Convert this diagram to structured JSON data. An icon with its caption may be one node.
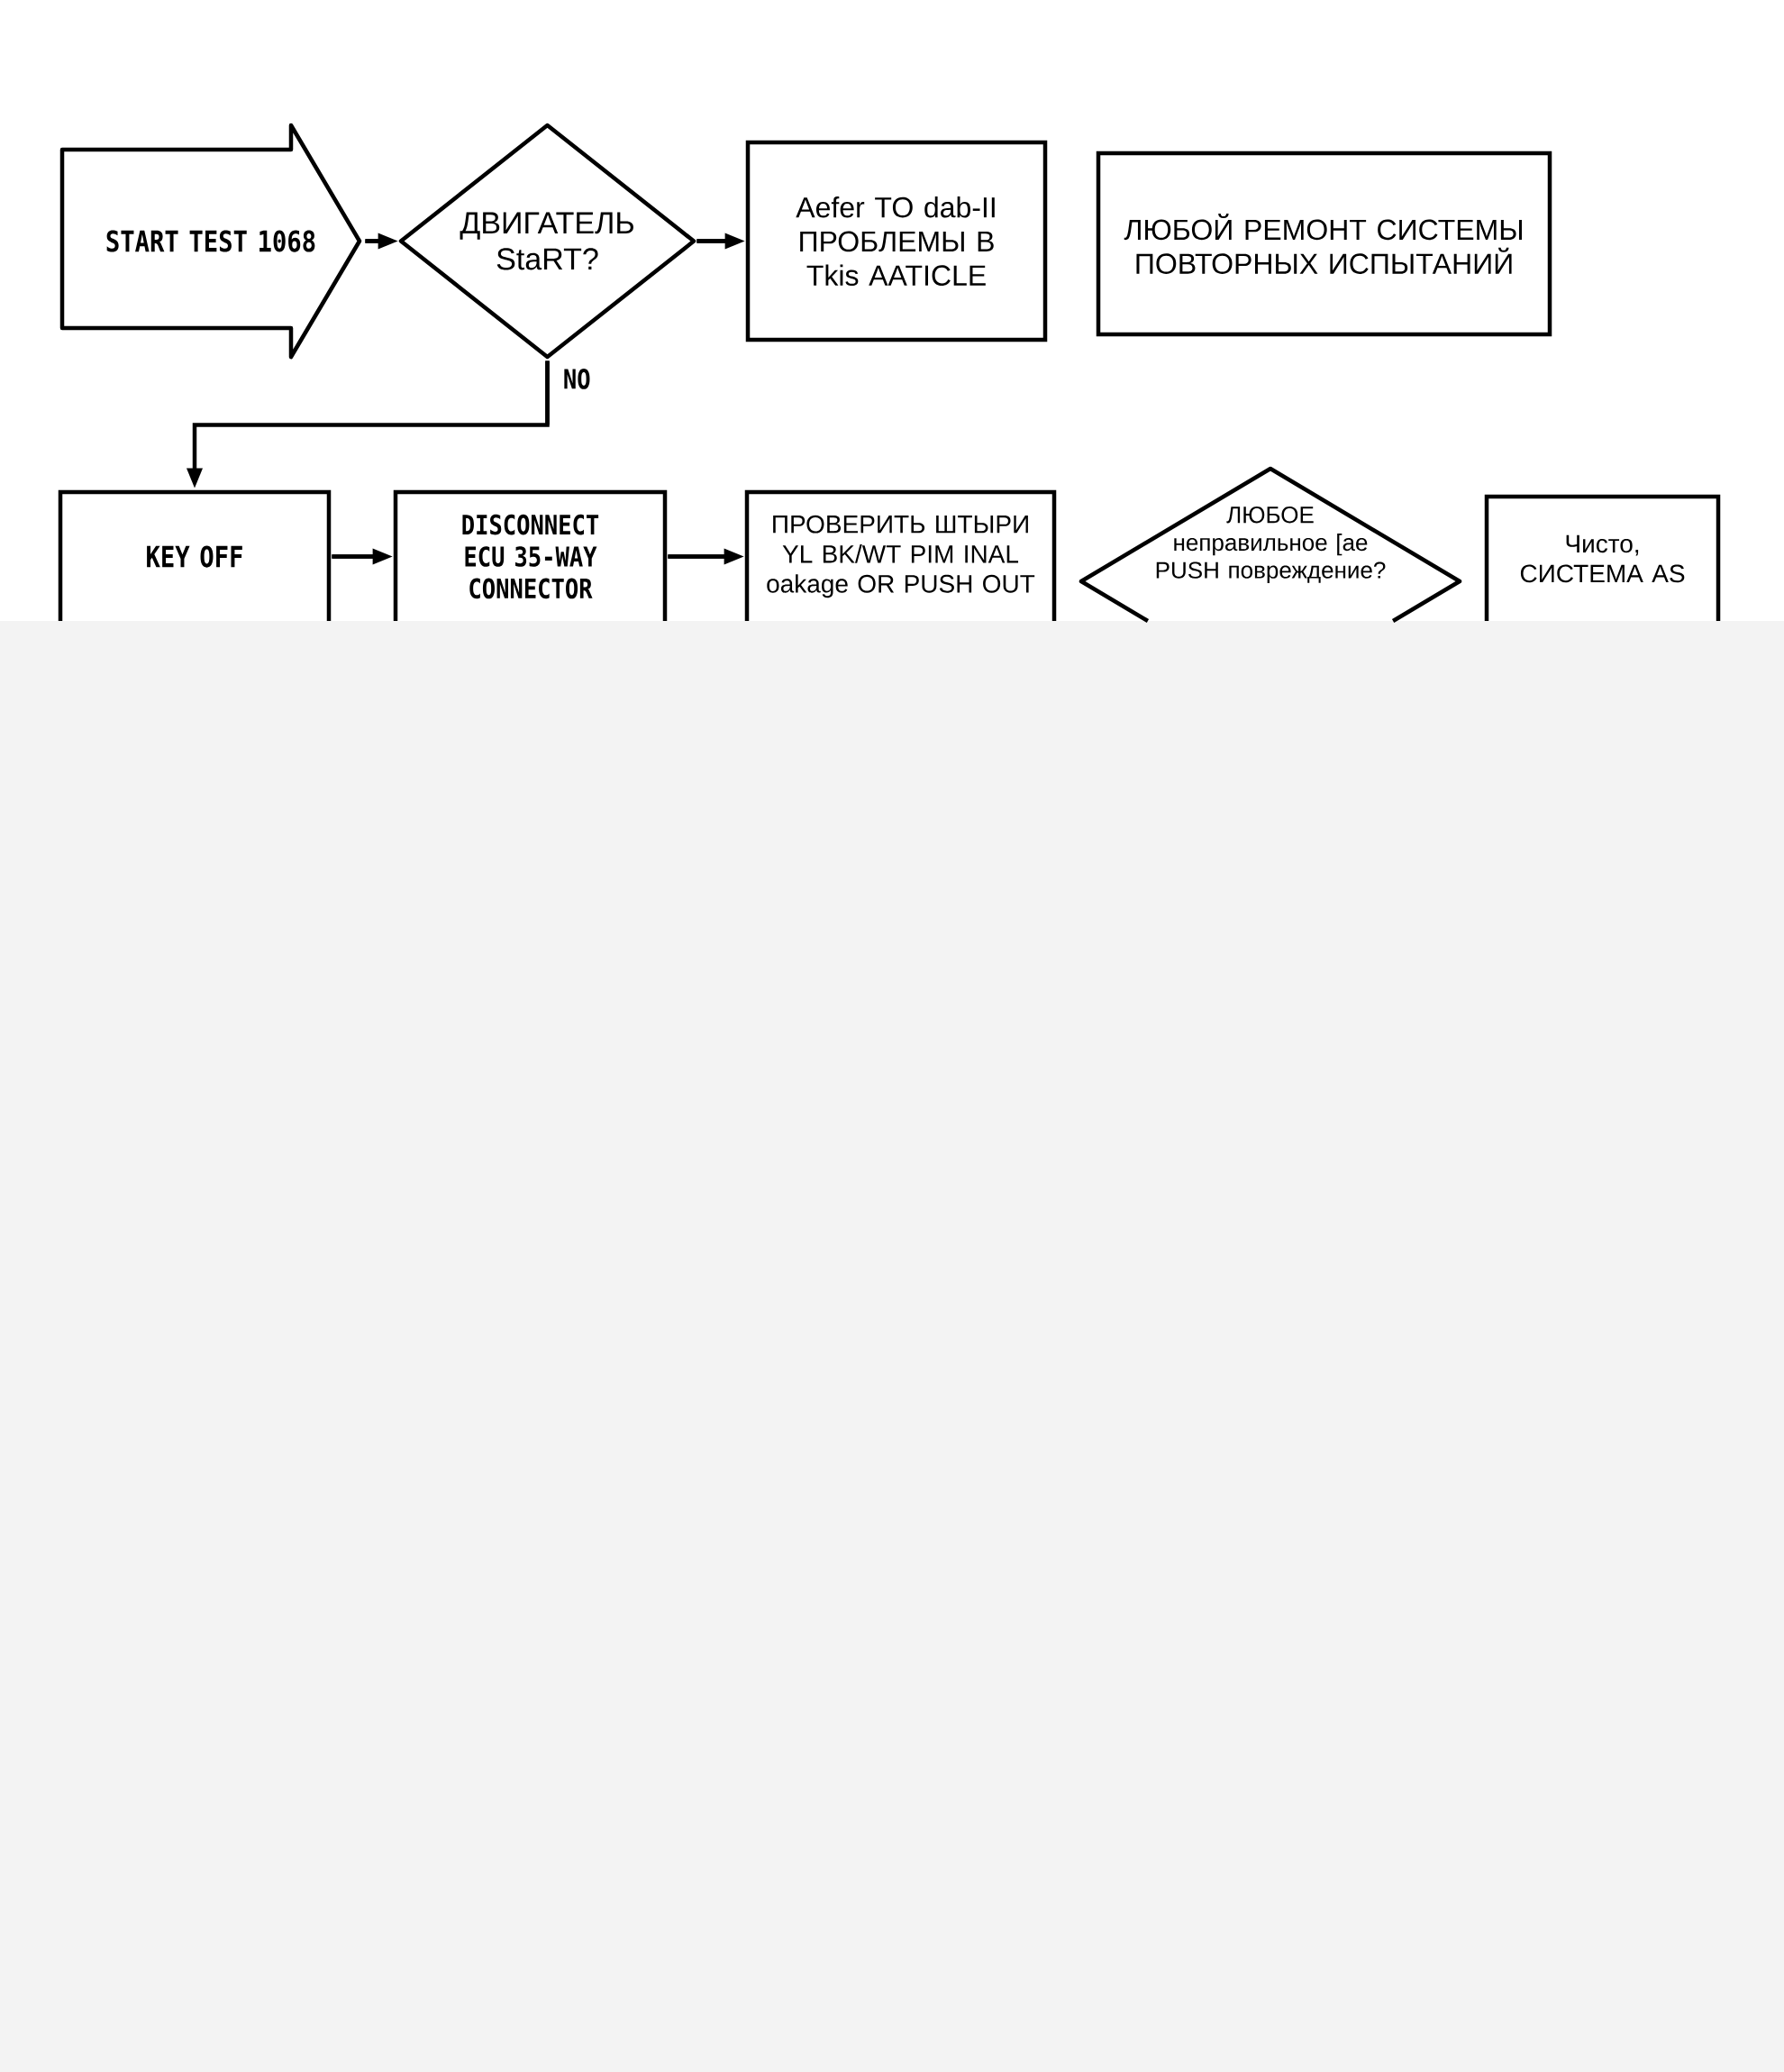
{
  "diagram": {
    "nodes": [
      {
        "text": [
          "START TEST 1068"
        ]
      },
      {
        "text": [
          "ДВИГАТЕЛЬ StaRT?"
        ]
      },
      {
        "text": [
          "Aefer TO dab-II ПРОБЛЕМЫ В Tkis AATICLE"
        ]
      },
      {
        "text": [
          "ЛЮБОЙ РЕМОНТ СИСТЕМЫ ПОВТОРНЫХ ИСПЫТАНИЙ"
        ]
      },
      {
        "text": [
          "KEY OFF"
        ]
      },
      {
        "text": [
          "DISCONNECT ECU 35-WAY CONNECTOR"
        ]
      },
      {
        "text": [
          "ПРОВЕРИТЬ ШТЫРИ YL BK/WT PIM INAL oakage OR PUSH OUT"
        ]
      },
      {
        "text": [
          "ЛЮБОЕ неправильное [ae PUSH повреждение?"
        ]
      },
      {
        "text": [
          "Чисто, СИСТЕМА AS"
        ]
      }
    ],
    "edges": [
      {
        "from": 0,
        "to": 1,
        "arrow": "to"
      },
      {
        "from": 1,
        "to": 2,
        "arrow": "to"
      },
      {
        "from": 1,
        "to": 4,
        "arrow": "to",
        "label": "NO"
      },
      {
        "from": 4,
        "to": 5,
        "arrow": "to"
      },
      {
        "from": 5,
        "to": 6,
        "arrow": "to"
      }
    ]
  }
}
